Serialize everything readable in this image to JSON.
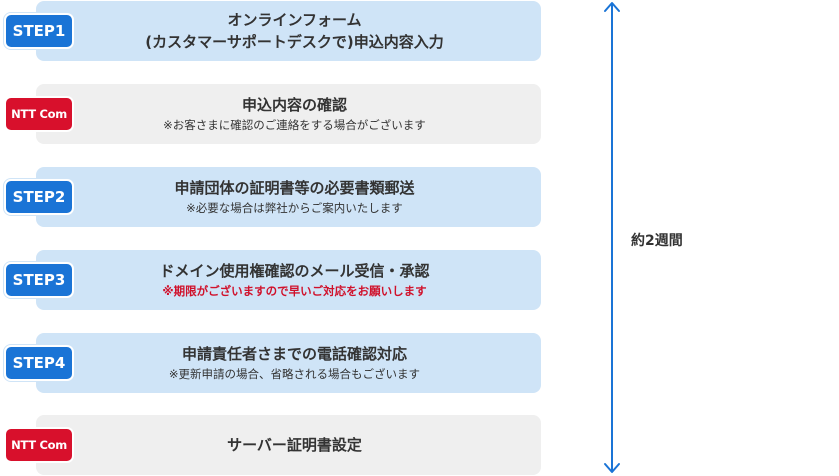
{
  "steps": [
    {
      "badge": "STEP1",
      "badge_type": "step",
      "title_lines": [
        "オンラインフォーム",
        "(カスタマーサポートデスクで)申込内容入力"
      ],
      "note": ""
    },
    {
      "badge": "NTT Com",
      "badge_type": "ntt",
      "title_lines": [
        "申込内容の確認"
      ],
      "note": "※お客さまに確認のご連絡をする場合がございます"
    },
    {
      "badge": "STEP2",
      "badge_type": "step",
      "title_lines": [
        "申請団体の証明書等の必要書類郵送"
      ],
      "note": "※必要な場合は弊社からご案内いたします"
    },
    {
      "badge": "STEP3",
      "badge_type": "step",
      "title_lines": [
        "ドメイン使用権確認のメール受信・承認"
      ],
      "note": "※期限がございますので早いご対応をお願いします"
    },
    {
      "badge": "STEP4",
      "badge_type": "step",
      "title_lines": [
        "申請責任者さまでの電話確認対応"
      ],
      "note": "※更新申請の場合、省略される場合もございます"
    },
    {
      "badge": "NTT Com",
      "badge_type": "ntt",
      "title_lines": [
        "サーバー証明書設定"
      ],
      "note": ""
    }
  ],
  "duration_label": "約2週間",
  "colors": {
    "step_badge": "#1a74d6",
    "ntt_badge": "#d8102c",
    "step_box": "#cfe4f7",
    "ntt_box": "#efefef",
    "warning_note": "#d0112b",
    "arrow": "#1a74d6"
  }
}
